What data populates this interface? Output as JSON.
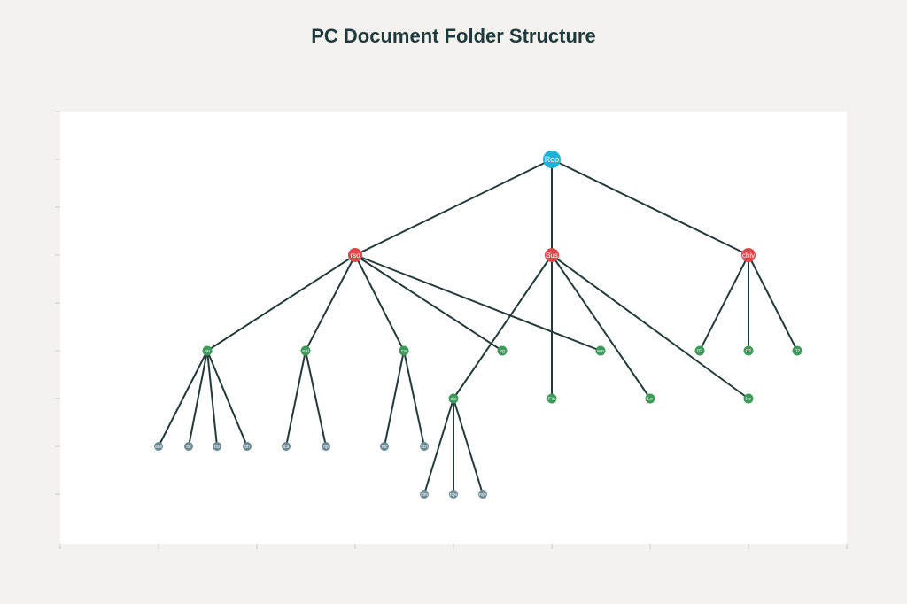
{
  "title": "PC Document Folder Structure",
  "colors": {
    "root": "#1bb3d3",
    "category": "#e0454a",
    "folder": "#3d9a5a",
    "leaf": "#6d8a93",
    "edge": "#233a3a",
    "plot_bg": "#ffffff",
    "page_bg": "#f3f2ee"
  },
  "tree": {
    "root": {
      "label": "Roo",
      "level": "root"
    },
    "categories": [
      {
        "label": "rso",
        "level": "category"
      },
      {
        "label": "Bus",
        "level": "category"
      },
      {
        "label": "chiv",
        "level": "category"
      }
    ],
    "folders": [
      {
        "label": "an",
        "level": "folder"
      },
      {
        "label": "eal",
        "level": "folder"
      },
      {
        "label": "ca",
        "level": "folder"
      },
      {
        "label": "eg",
        "level": "folder"
      },
      {
        "label": "em",
        "level": "folder"
      },
      {
        "label": "oje",
        "level": "folder"
      },
      {
        "label": "Fin",
        "level": "folder"
      },
      {
        "label": "Le",
        "level": "folder"
      },
      {
        "label": "ke",
        "level": "folder"
      },
      {
        "label": "02",
        "level": "folder"
      },
      {
        "label": "02",
        "level": "folder"
      },
      {
        "label": "02",
        "level": "folder"
      }
    ],
    "leaves": [
      {
        "label": "axe",
        "level": "leaf"
      },
      {
        "label": "nk",
        "level": "leaf"
      },
      {
        "label": "tra",
        "level": "leaf"
      },
      {
        "label": "tm",
        "level": "leaf"
      },
      {
        "label": "ica",
        "level": "leaf"
      },
      {
        "label": "np",
        "level": "leaf"
      },
      {
        "label": "rtic",
        "level": "leaf"
      },
      {
        "label": "scri",
        "level": "leaf"
      },
      {
        "label": "ctm",
        "level": "leaf"
      },
      {
        "label": "roje",
        "level": "leaf"
      },
      {
        "label": "roje",
        "level": "leaf"
      }
    ]
  }
}
